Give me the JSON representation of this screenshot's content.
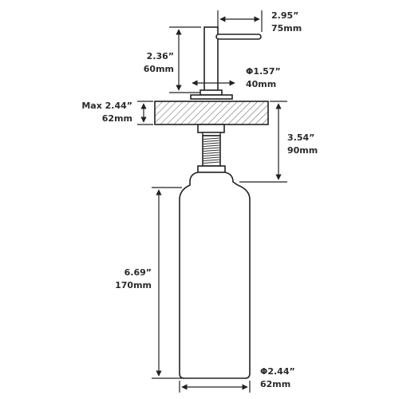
{
  "dimensions": {
    "spout_reach": {
      "inch": "2.95”",
      "mm": "75mm"
    },
    "head_height": {
      "inch": "2.36”",
      "mm": "60mm"
    },
    "head_diameter": {
      "inch": "Φ1.57”",
      "mm": "40mm"
    },
    "counter_thickness": {
      "inch": "Max 2.44”",
      "mm": "62mm"
    },
    "shank_length": {
      "inch": "3.54”",
      "mm": "90mm"
    },
    "bottle_height": {
      "inch": "6.69”",
      "mm": "170mm"
    },
    "bottle_diameter": {
      "inch": "Φ2.44”",
      "mm": "62mm"
    }
  }
}
